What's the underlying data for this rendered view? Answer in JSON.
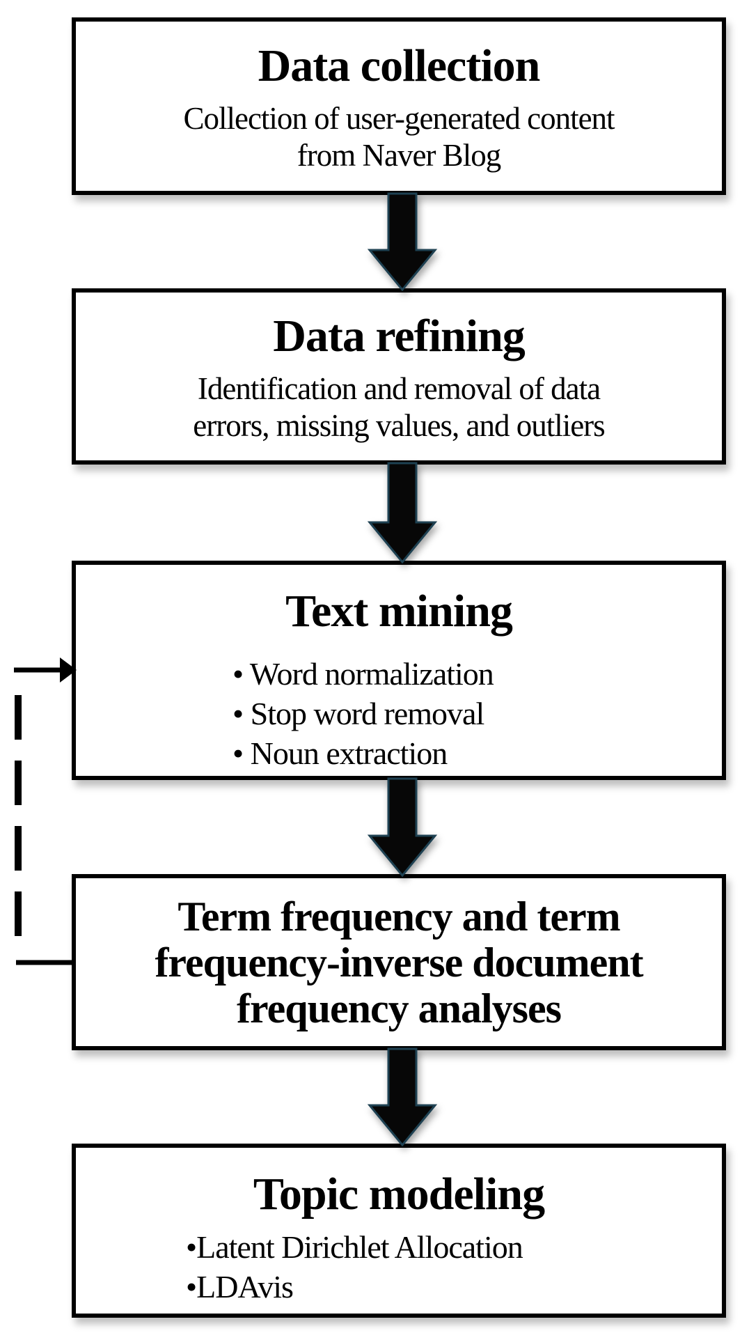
{
  "colors": {
    "background": "#ffffff",
    "box_fill": "#ffffff",
    "box_border": "#000000",
    "text": "#000000",
    "arrow_fill": "#070707",
    "arrow_outline": "#1e4152",
    "connector": "#000000"
  },
  "steps": [
    {
      "title": "Data collection",
      "lines": [
        "Collection of user-generated content",
        "from Naver Blog"
      ]
    },
    {
      "title": "Data refining",
      "lines": [
        "Identification and removal of data",
        "errors, missing values, and outliers"
      ]
    },
    {
      "title": "Text mining",
      "bullets": [
        "• Word normalization",
        "• Stop word removal",
        "• Noun extraction"
      ]
    },
    {
      "lines": [
        "Term frequency and term",
        "frequency-inverse document",
        "frequency analyses"
      ]
    },
    {
      "title": "Topic modeling",
      "bullets": [
        "•Latent Dirichlet Allocation",
        "•LDAvis"
      ]
    }
  ]
}
